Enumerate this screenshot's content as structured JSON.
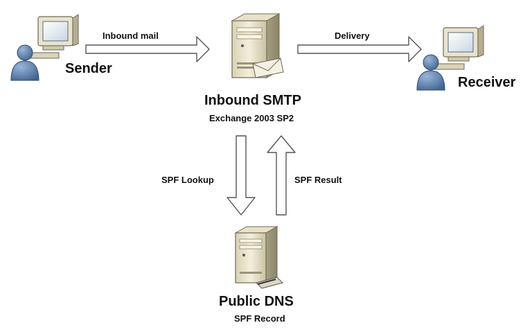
{
  "nodes": {
    "sender": {
      "label": "Sender"
    },
    "receiver": {
      "label": "Receiver"
    },
    "smtp": {
      "label": "Inbound SMTP",
      "sublabel": "Exchange 2003 SP2"
    },
    "dns": {
      "label": "Public DNS",
      "sublabel": "SPF Record"
    }
  },
  "edges": {
    "inbound_mail": {
      "label": "Inbound mail"
    },
    "delivery": {
      "label": "Delivery"
    },
    "spf_lookup": {
      "label": "SPF Lookup"
    },
    "spf_result": {
      "label": "SPF Result"
    }
  }
}
